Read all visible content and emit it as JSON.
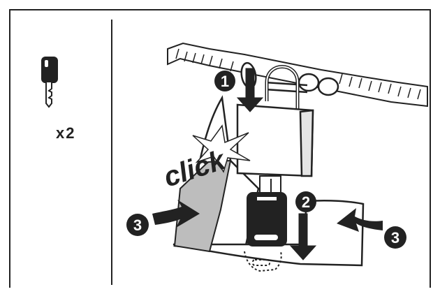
{
  "legend": {
    "quantity": "x2",
    "item_icon": "key-icon"
  },
  "illustration": {
    "sound_effect": "click",
    "steps": [
      {
        "number": "1"
      },
      {
        "number": "2"
      },
      {
        "number": "3"
      },
      {
        "number": "3"
      }
    ]
  },
  "colors": {
    "line": "#222222",
    "step_badge": "#222222",
    "strap_fill": "#bdbdbd",
    "background": "#ffffff"
  }
}
